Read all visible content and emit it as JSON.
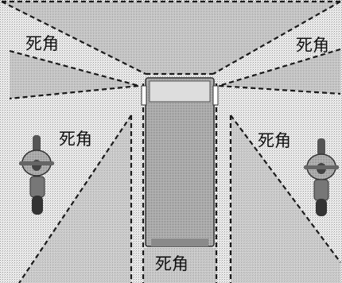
{
  "labels": {
    "top_left": "死角",
    "top_right": "死角",
    "side_left": "死角",
    "side_right": "死角",
    "rear": "死角"
  }
}
